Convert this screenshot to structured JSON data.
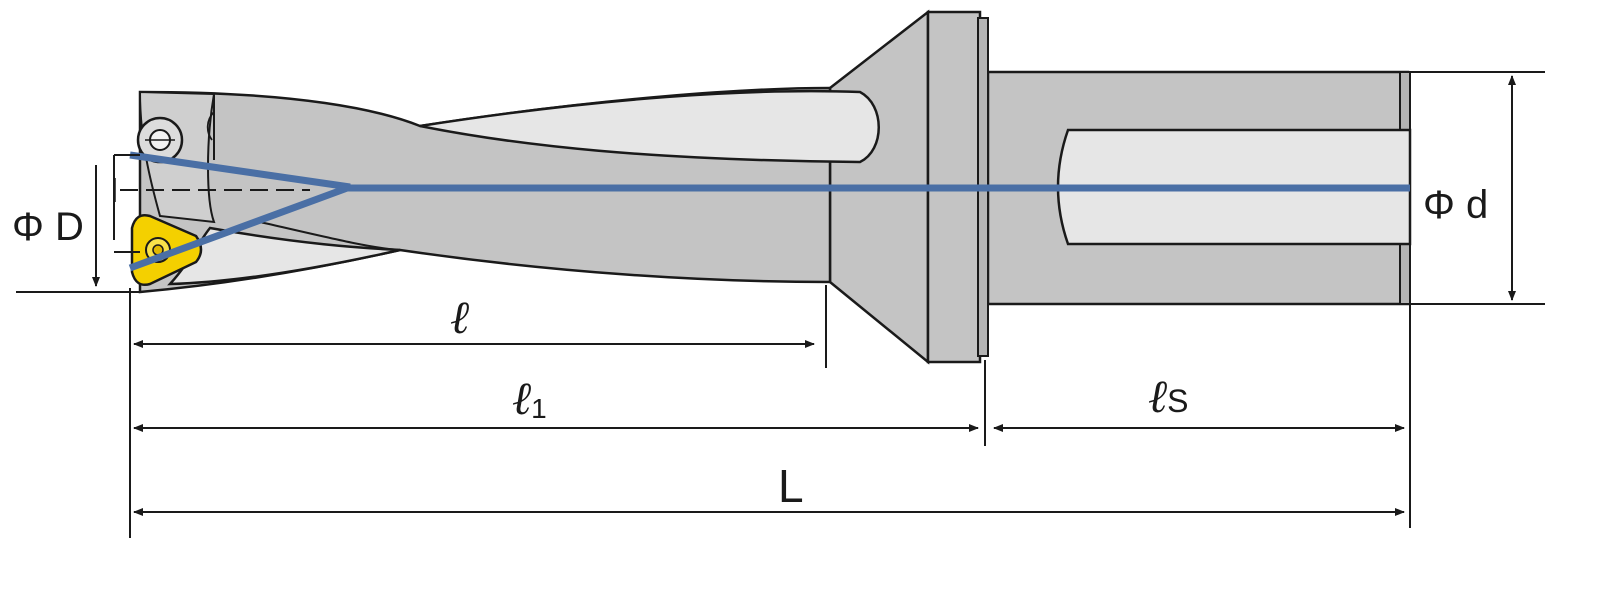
{
  "labels": {
    "head_diameter": "Φ D",
    "shank_diameter": "Φ d",
    "flute_length_symbol": "ℓ",
    "body_length_symbol": "ℓ",
    "body_length_subscript": "1",
    "shank_length_symbol": "ℓ",
    "shank_length_subscript": "S",
    "overall_length": "L"
  },
  "colors": {
    "body_gray": "#c4c4c4",
    "flute_light": "#e6e6e6",
    "outline": "#1a1a1a",
    "coolant_line": "#4a6fa5",
    "insert_yellow": "#f4d000"
  }
}
